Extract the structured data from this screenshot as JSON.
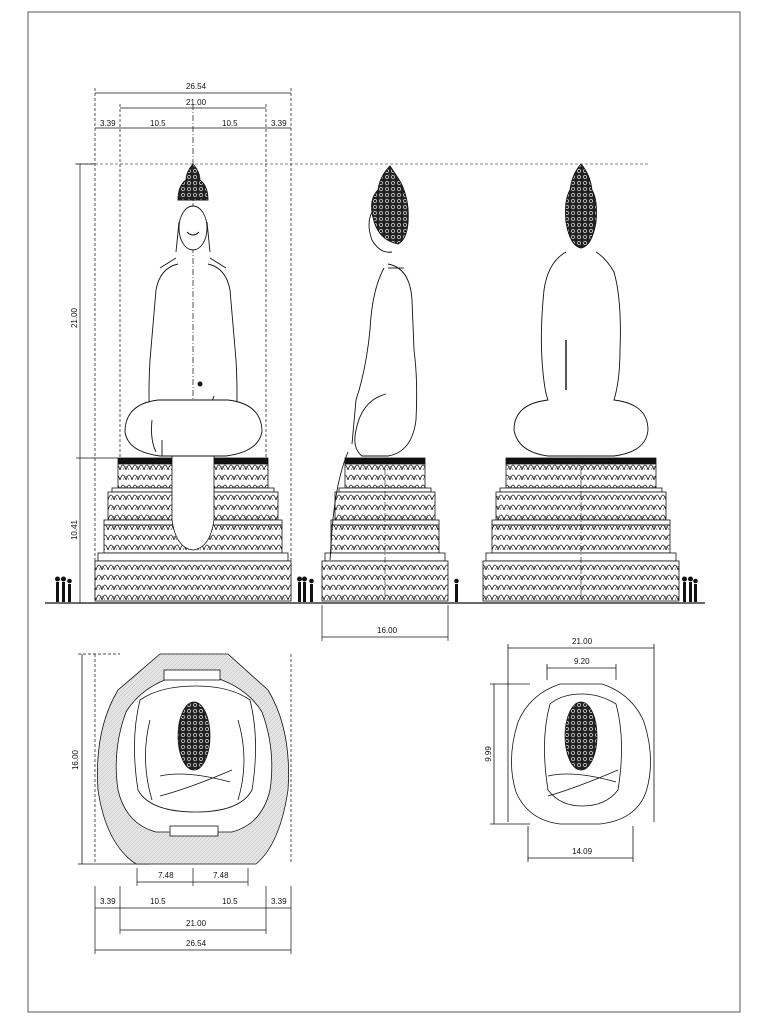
{
  "drawing": {
    "front_view": {
      "dims_top": {
        "total": "26.54",
        "inner": "21.00",
        "side_left": "3.39",
        "half_left": "10.5",
        "half_right": "10.5",
        "side_right": "3.39"
      },
      "height_statue": "21.00",
      "height_base": "10.41"
    },
    "side_view": {
      "depth": "16.00"
    },
    "plan_view": {
      "depth": "16.00",
      "knee_left": "7.48",
      "knee_right": "7.48",
      "dims_bottom": {
        "side_left": "3.39",
        "half_left": "10.5",
        "half_right": "10.5",
        "side_right": "3.39",
        "inner": "21.00",
        "total": "26.54"
      }
    },
    "small_plan": {
      "width": "21.00",
      "head": "9.20",
      "depth": "9.99",
      "seat": "14.09"
    }
  },
  "colors": {
    "line": "#111111",
    "hatch": "#d9d9d9",
    "frame": "#555555"
  }
}
